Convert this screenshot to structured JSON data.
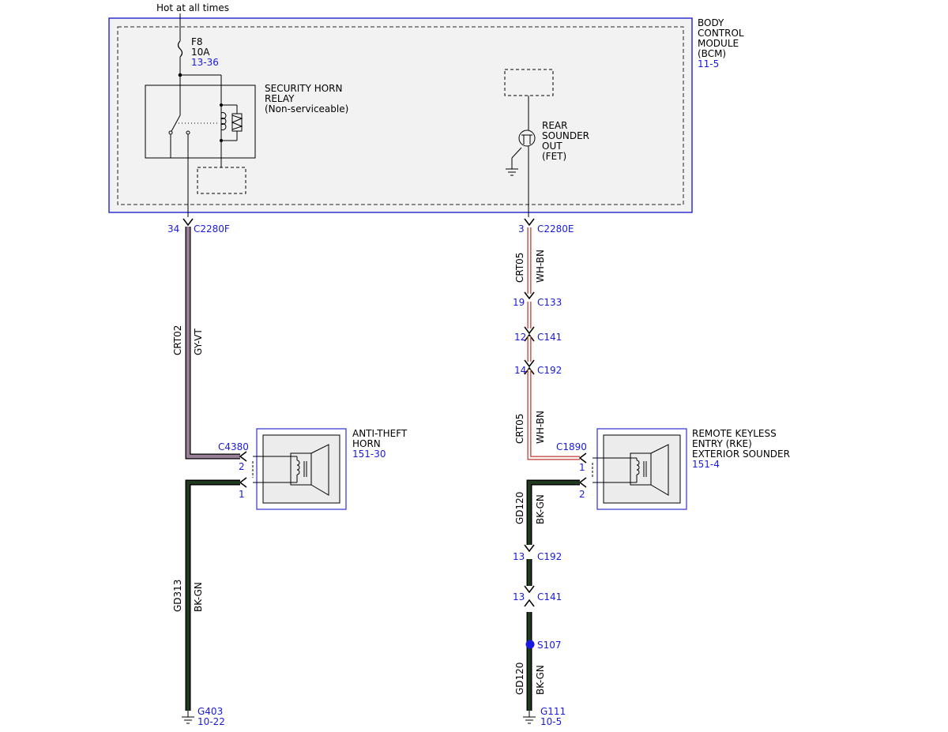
{
  "colors": {
    "ref_blue": "#1a1adf",
    "bcm_border": "#3030d0",
    "gy_vt": "#9a7f99",
    "wh_bn_red": "#c0392b",
    "bk_gn": "#1f3a1f",
    "splice": "#1a1adf"
  },
  "top": {
    "hot_label": "Hot at all times"
  },
  "bcm": {
    "label1": "BODY",
    "label2": "CONTROL",
    "label3": "MODULE",
    "label4": "(BCM)",
    "ref": "11-5"
  },
  "fuse": {
    "name": "F8",
    "rating": "10A",
    "ref": "13-36"
  },
  "relay": {
    "line1": "SECURITY HORN",
    "line2": "RELAY",
    "line3": "(Non-serviceable)"
  },
  "fet": {
    "line1": "REAR",
    "line2": "SOUNDER",
    "line3": "OUT",
    "line4": "(FET)"
  },
  "left_circuit": {
    "pin_top": "34",
    "conn_top": "C2280F",
    "circuit": "CRT02",
    "color": "GY-VT",
    "horn_conn": "C4380",
    "pin_2": "2",
    "pin_1": "1",
    "gnd_circuit": "GD313",
    "gnd_color": "BK-GN",
    "ground": "G403",
    "ground_ref": "10-22"
  },
  "horn": {
    "line1": "ANTI-THEFT",
    "line2": "HORN",
    "ref": "151-30"
  },
  "right_circuit": {
    "pin_top": "3",
    "conn_top": "C2280E",
    "circuit_a": "CRT05",
    "color_a": "WH-BN",
    "c133_pin": "19",
    "c133": "C133",
    "c141_pin": "12",
    "c141": "C141",
    "c192_pin": "14",
    "c192": "C192",
    "circuit_b": "CRT05",
    "color_b": "WH-BN",
    "sounder_conn": "C1890",
    "pin_1": "1",
    "pin_2": "2",
    "gnd_circuit_a": "GD120",
    "gnd_color_a": "BK-GN",
    "g_c192_pin": "13",
    "g_c192": "C192",
    "g_c141_pin": "13",
    "g_c141": "C141",
    "splice": "S107",
    "gnd_circuit_b": "GD120",
    "gnd_color_b": "BK-GN",
    "ground": "G111",
    "ground_ref": "10-5"
  },
  "sounder": {
    "line1": "REMOTE KEYLESS",
    "line2": "ENTRY (RKE)",
    "line3": "EXTERIOR SOUNDER",
    "ref": "151-4"
  }
}
